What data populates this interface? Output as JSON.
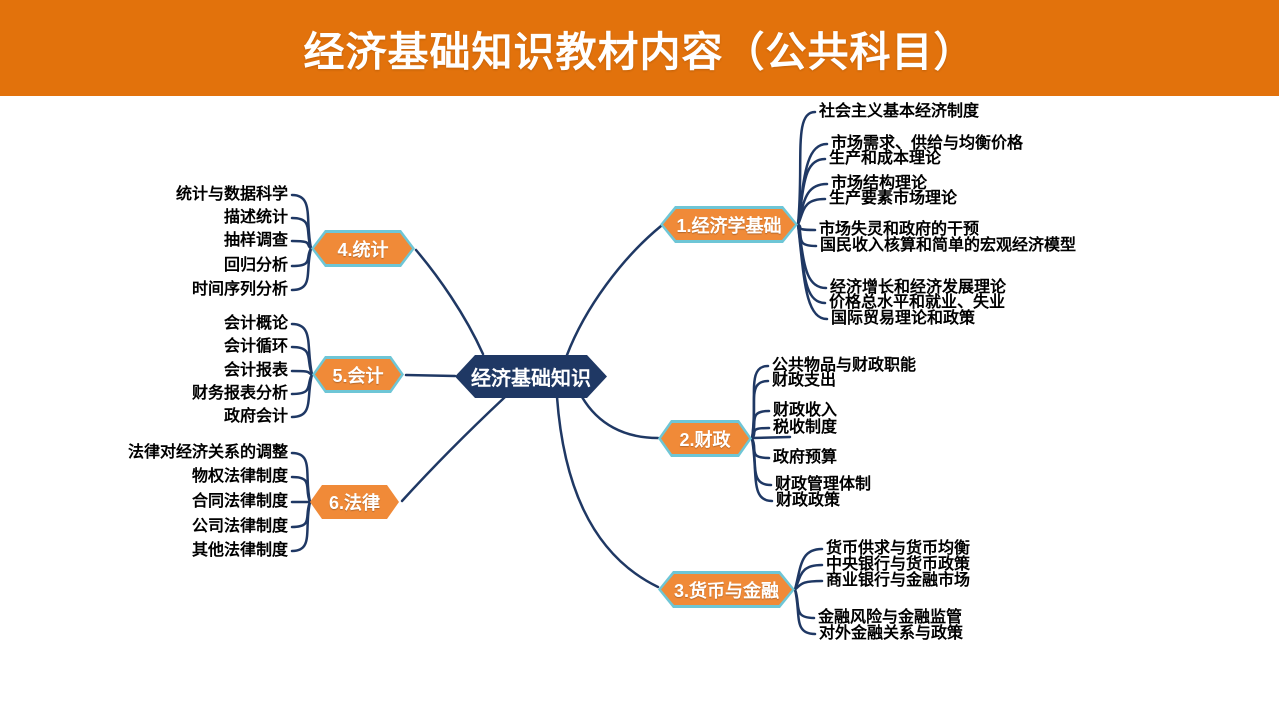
{
  "title": "经济基础知识教材内容（公共科目）",
  "center": {
    "label": "经济基础知识"
  },
  "branches": [
    {
      "label": "1.经济学基础",
      "leaves": [
        "社会主义基本经济制度",
        "市场需求、供给与均衡价格",
        "生产和成本理论",
        "市场结构理论",
        "生产要素市场理论",
        "市场失灵和政府的干预",
        "国民收入核算和简单的宏观经济模型",
        "经济增长和经济发展理论",
        "价格总水平和就业、失业",
        "国际贸易理论和政策"
      ]
    },
    {
      "label": "2.财政",
      "leaves": [
        "公共物品与财政职能",
        "财政支出",
        "财政收入",
        "税收制度",
        "政府预算",
        "财政管理体制",
        "财政政策"
      ]
    },
    {
      "label": "3.货币与金融",
      "leaves": [
        "货币供求与货币均衡",
        "中央银行与货币政策",
        "商业银行与金融市场",
        "金融风险与金融监管",
        "对外金融关系与政策"
      ]
    },
    {
      "label": "4.统计",
      "leaves": [
        "统计与数据科学",
        "描述统计",
        "抽样调查",
        "回归分析",
        "时间序列分析"
      ]
    },
    {
      "label": "5.会计",
      "leaves": [
        "会计概论",
        "会计循环",
        "会计报表",
        "财务报表分析",
        "政府会计"
      ]
    },
    {
      "label": "6.法律",
      "leaves": [
        "法律对经济关系的调整",
        "物权法律制度",
        "合同法律制度",
        "公司法律制度",
        "其他法律制度"
      ]
    }
  ],
  "colors": {
    "banner": "#E2720C",
    "node_fill": "#F08A38",
    "node_border": "#6EC6D6",
    "center_fill": "#1F3864",
    "line": "#1F3864",
    "node_text": "#FFFFFF",
    "leaf_text": "#000000"
  }
}
